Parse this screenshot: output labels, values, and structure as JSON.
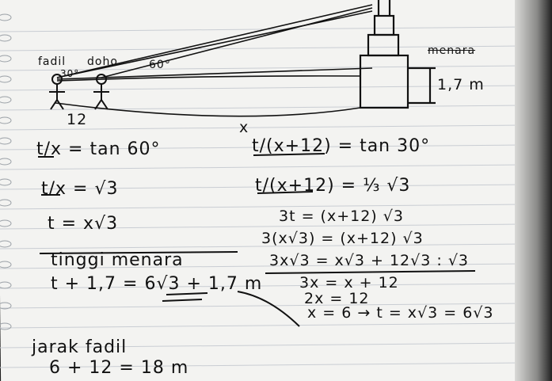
{
  "diagram": {
    "labels": {
      "person_a": "fadil",
      "person_b": "doho",
      "angle_a": "30°",
      "angle_b": "60°",
      "tower": "menara",
      "height": "1,7 m",
      "distance_people": "12",
      "distance_x": "x"
    }
  },
  "left_work": {
    "line1": "t/x = tan 60°",
    "line2": "t/x = √3",
    "line3": "t = x√3",
    "heading": "tinggi menara",
    "result": "t + 1,7 = 6√3 + 1,7 m"
  },
  "right_work": {
    "line1": "t/(x+12) = tan 30°",
    "line2": "t/(x+12) = ⅓ √3",
    "line3": "3t = (x+12) √3",
    "line4": "3(x√3) = (x+12) √3",
    "line5": "3x√3 = x√3 + 12√3  : √3",
    "line6": "3x = x + 12",
    "line7": "2x = 12",
    "line8": "x = 6 → t = x√3 = 6√3"
  },
  "footer": {
    "line1": "jarak fadil",
    "line2": "6 + 12 = 18 m"
  }
}
